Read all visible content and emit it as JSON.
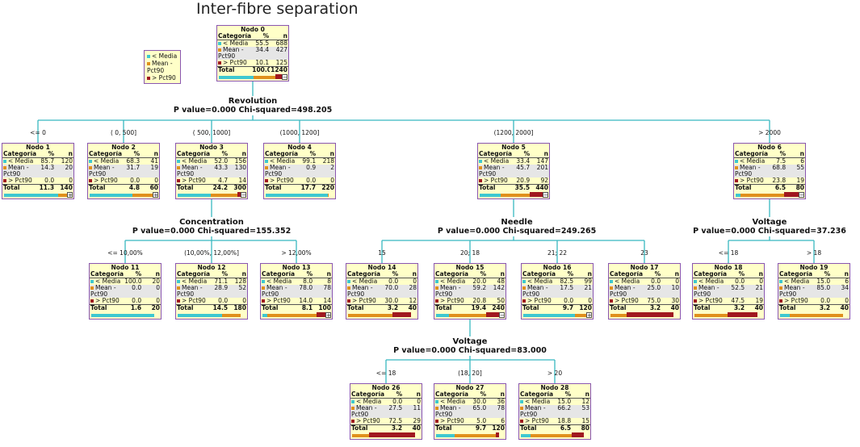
{
  "title": "Inter-fibre separation",
  "colors": {
    "lt_media": "#3ec8d0",
    "mean_pct90": "#e0901c",
    "gt_pct90": "#a01820",
    "edge": "#38b8c0",
    "border": "#8a56b0"
  },
  "legend": {
    "items": [
      "< Media",
      "Mean - Pct90",
      "> Pct90"
    ]
  },
  "table_header": {
    "cat": "Categoría",
    "pct": "%",
    "n": "n"
  },
  "categories": [
    "< Media",
    "Mean -",
    "> Pct90"
  ],
  "cat_sub": "Pct90",
  "total_label": "Total",
  "nodes": [
    {
      "id": "0",
      "name": "Nodo 0",
      "rows": [
        [
          "55.5",
          "688"
        ],
        [
          "34.4",
          "427"
        ],
        [
          "10.1",
          "125"
        ]
      ],
      "total": [
        "100.0",
        "1240"
      ],
      "fr": [
        0.555,
        0.344,
        0.101
      ],
      "exp": "−"
    },
    {
      "id": "1",
      "name": "Nodo 1",
      "rows": [
        [
          "85.7",
          "120"
        ],
        [
          "14.3",
          "20"
        ],
        [
          "0.0",
          "0"
        ]
      ],
      "total": [
        "11.3",
        "140"
      ],
      "fr": [
        0.857,
        0.143,
        0
      ],
      "exp": "+"
    },
    {
      "id": "2",
      "name": "Nodo 2",
      "rows": [
        [
          "68.3",
          "41"
        ],
        [
          "31.7",
          "19"
        ],
        [
          "0.0",
          "0"
        ]
      ],
      "total": [
        "4.8",
        "60"
      ],
      "fr": [
        0.683,
        0.317,
        0
      ],
      "exp": "+"
    },
    {
      "id": "3",
      "name": "Nodo 3",
      "rows": [
        [
          "52.0",
          "156"
        ],
        [
          "43.3",
          "130"
        ],
        [
          "4.7",
          "14"
        ]
      ],
      "total": [
        "24.2",
        "300"
      ],
      "fr": [
        0.52,
        0.433,
        0.047
      ],
      "exp": "−"
    },
    {
      "id": "4",
      "name": "Nodo 4",
      "rows": [
        [
          "99.1",
          "218"
        ],
        [
          "0.9",
          "2"
        ],
        [
          "0.0",
          "0"
        ]
      ],
      "total": [
        "17.7",
        "220"
      ],
      "fr": [
        0.991,
        0.009,
        0
      ],
      "exp": ""
    },
    {
      "id": "5",
      "name": "Nodo 5",
      "rows": [
        [
          "33.4",
          "147"
        ],
        [
          "45.7",
          "201"
        ],
        [
          "20.9",
          "92"
        ]
      ],
      "total": [
        "35.5",
        "440"
      ],
      "fr": [
        0.334,
        0.457,
        0.209
      ],
      "exp": "−"
    },
    {
      "id": "6",
      "name": "Nodo 6",
      "rows": [
        [
          "7.5",
          "6"
        ],
        [
          "68.8",
          "55"
        ],
        [
          "23.8",
          "19"
        ]
      ],
      "total": [
        "6.5",
        "80"
      ],
      "fr": [
        0.075,
        0.688,
        0.238
      ],
      "exp": "−"
    },
    {
      "id": "11",
      "name": "Nodo 11",
      "rows": [
        [
          "100.0",
          "20"
        ],
        [
          "0.0",
          "0"
        ],
        [
          "0.0",
          "0"
        ]
      ],
      "total": [
        "1.6",
        "20"
      ],
      "fr": [
        1,
        0,
        0
      ],
      "exp": ""
    },
    {
      "id": "12",
      "name": "Nodo 12",
      "rows": [
        [
          "71.1",
          "128"
        ],
        [
          "28.9",
          "52"
        ],
        [
          "0.0",
          "0"
        ]
      ],
      "total": [
        "14.5",
        "180"
      ],
      "fr": [
        0.711,
        0.289,
        0
      ],
      "exp": ""
    },
    {
      "id": "13",
      "name": "Nodo 13",
      "rows": [
        [
          "8.0",
          "8"
        ],
        [
          "78.0",
          "78"
        ],
        [
          "14.0",
          "14"
        ]
      ],
      "total": [
        "8.1",
        "100"
      ],
      "fr": [
        0.08,
        0.78,
        0.14
      ],
      "exp": "+"
    },
    {
      "id": "14",
      "name": "Nodo 14",
      "rows": [
        [
          "0.0",
          "0"
        ],
        [
          "70.0",
          "28"
        ],
        [
          "30.0",
          "12"
        ]
      ],
      "total": [
        "3.2",
        "40"
      ],
      "fr": [
        0,
        0.7,
        0.3
      ],
      "exp": ""
    },
    {
      "id": "15",
      "name": "Nodo 15",
      "rows": [
        [
          "20.0",
          "48"
        ],
        [
          "59.2",
          "142"
        ],
        [
          "20.8",
          "50"
        ]
      ],
      "total": [
        "19.4",
        "240"
      ],
      "fr": [
        0.2,
        0.592,
        0.208
      ],
      "exp": "−"
    },
    {
      "id": "16",
      "name": "Nodo 16",
      "rows": [
        [
          "82.5",
          "99"
        ],
        [
          "17.5",
          "21"
        ],
        [
          "0.0",
          "0"
        ]
      ],
      "total": [
        "9.7",
        "120"
      ],
      "fr": [
        0.825,
        0.175,
        0
      ],
      "exp": "+"
    },
    {
      "id": "17",
      "name": "Nodo 17",
      "rows": [
        [
          "0.0",
          "0"
        ],
        [
          "25.0",
          "10"
        ],
        [
          "75.0",
          "30"
        ]
      ],
      "total": [
        "3.2",
        "40"
      ],
      "fr": [
        0,
        0.25,
        0.75
      ],
      "exp": ""
    },
    {
      "id": "18",
      "name": "Nodo 18",
      "rows": [
        [
          "0.0",
          "0"
        ],
        [
          "52.5",
          "21"
        ],
        [
          "47.5",
          "19"
        ]
      ],
      "total": [
        "3.2",
        "40"
      ],
      "fr": [
        0,
        0.525,
        0.475
      ],
      "exp": ""
    },
    {
      "id": "19",
      "name": "Nodo 19",
      "rows": [
        [
          "15.0",
          "6"
        ],
        [
          "85.0",
          "34"
        ],
        [
          "0.0",
          "0"
        ]
      ],
      "total": [
        "3.2",
        "40"
      ],
      "fr": [
        0.15,
        0.85,
        0
      ],
      "exp": ""
    },
    {
      "id": "26",
      "name": "Nodo 26",
      "rows": [
        [
          "0.0",
          "0"
        ],
        [
          "27.5",
          "11"
        ],
        [
          "72.5",
          "29"
        ]
      ],
      "total": [
        "3.2",
        "40"
      ],
      "fr": [
        0,
        0.275,
        0.725
      ],
      "exp": ""
    },
    {
      "id": "27",
      "name": "Nodo 27",
      "rows": [
        [
          "30.0",
          "36"
        ],
        [
          "65.0",
          "78"
        ],
        [
          "5.0",
          "6"
        ]
      ],
      "total": [
        "9.7",
        "120"
      ],
      "fr": [
        0.3,
        0.65,
        0.05
      ],
      "exp": ""
    },
    {
      "id": "28",
      "name": "Nodo 28",
      "rows": [
        [
          "15.0",
          "12"
        ],
        [
          "66.2",
          "53"
        ],
        [
          "18.8",
          "15"
        ]
      ],
      "total": [
        "6.5",
        "80"
      ],
      "fr": [
        0.15,
        0.662,
        0.188
      ],
      "exp": ""
    }
  ],
  "splits": [
    {
      "id": "revolution",
      "var": "Revolution",
      "stat": "P value=0.000 Chi-squared=498.205"
    },
    {
      "id": "concentration",
      "var": "Concentration",
      "stat": "P value=0.000 Chi-squared=155.352"
    },
    {
      "id": "needle",
      "var": "Needle",
      "stat": "P value=0.000 Chi-squared=249.265"
    },
    {
      "id": "voltage6",
      "var": "Voltage",
      "stat": "P value=0.000 Chi-squared=37.236"
    },
    {
      "id": "voltage15",
      "var": "Voltage",
      "stat": "P value=0.000 Chi-squared=83.000"
    }
  ],
  "edge_labels": {
    "1": "<= 0",
    "2": "( 0, 500]",
    "3": "( 500, 1000]",
    "4": "(1000, 1200]",
    "5": "(1200, 2000]",
    "6": "> 2000",
    "11": "<= 10,00%",
    "12": "(10,00%, 12,00%]",
    "13": "> 12,00%",
    "14": "15",
    "15": "20; 18",
    "16": "21; 22",
    "17": "23",
    "18": "<= 18",
    "19": "> 18",
    "26": "<= 18",
    "27": "(18, 20]",
    "28": "> 20"
  }
}
